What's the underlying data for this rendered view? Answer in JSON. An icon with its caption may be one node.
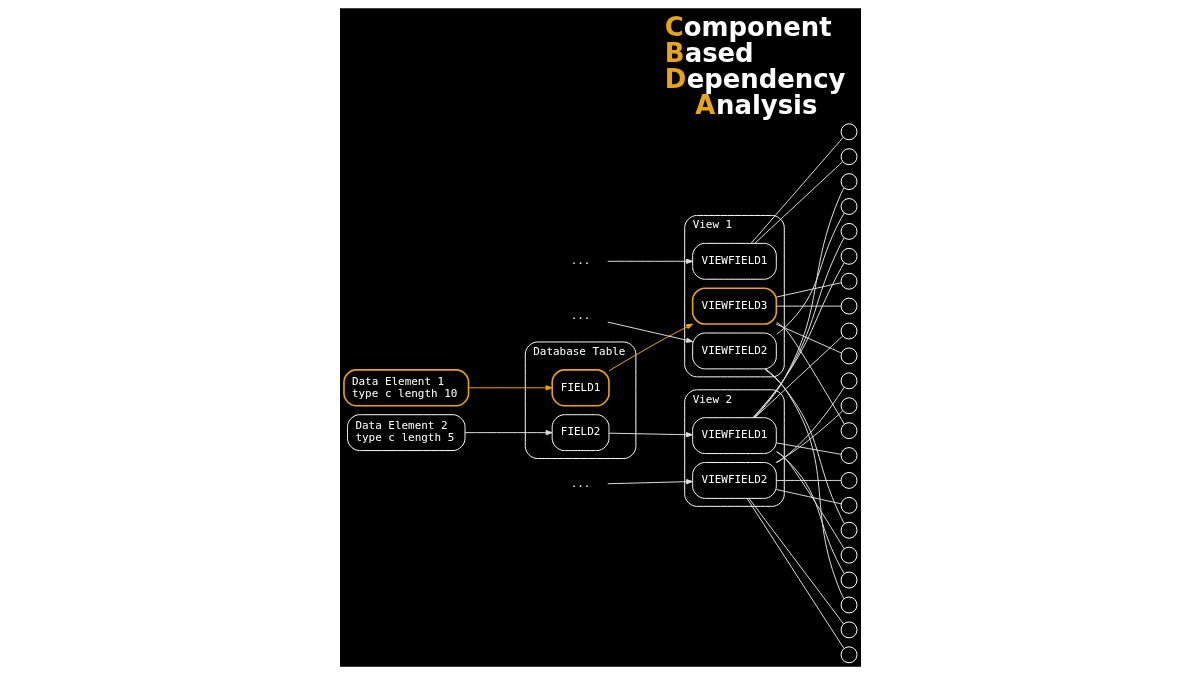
{
  "diagram": {
    "title": "Component Based Dependency Analysis",
    "nodes": [
      {
        "text": [
          "Data Element 1",
          "type c length 10"
        ]
      },
      {
        "text": [
          "Data Element 2",
          "type c length 5"
        ]
      },
      {
        "text": [
          "Database Table"
        ]
      },
      {
        "text": [
          "FIELD1"
        ],
        "in": 2
      },
      {
        "text": [
          "FIELD2"
        ],
        "in": 2
      },
      {
        "text": [
          "..."
        ]
      },
      {
        "text": [
          "..."
        ]
      },
      {
        "text": [
          "View 1"
        ]
      },
      {
        "text": [
          "VIEWFIELD1"
        ],
        "in": 7
      },
      {
        "text": [
          "VIEWFIELD2"
        ],
        "in": 7
      },
      {
        "text": [
          "VIEWFIELD3"
        ],
        "in": 7
      },
      {
        "text": [
          "..."
        ]
      },
      {
        "text": [
          "View 2"
        ]
      },
      {
        "text": [
          "VIEWFIELD1"
        ],
        "in": 12
      },
      {
        "text": [
          "VIEWFIELD2"
        ],
        "in": 12
      },
      {
        "text": [],
        "shape": "circle"
      },
      {
        "text": [],
        "shape": "circle"
      },
      {
        "text": [],
        "shape": "circle"
      },
      {
        "text": [],
        "shape": "circle"
      },
      {
        "text": [],
        "shape": "circle"
      },
      {
        "text": [],
        "shape": "circle"
      },
      {
        "text": [],
        "shape": "circle"
      },
      {
        "text": [],
        "shape": "circle"
      },
      {
        "text": [],
        "shape": "circle"
      },
      {
        "text": [],
        "shape": "circle"
      },
      {
        "text": [],
        "shape": "circle"
      },
      {
        "text": [],
        "shape": "circle"
      },
      {
        "text": [],
        "shape": "circle"
      },
      {
        "text": [],
        "shape": "circle"
      },
      {
        "text": [],
        "shape": "circle"
      },
      {
        "text": [],
        "shape": "circle"
      },
      {
        "text": [],
        "shape": "circle"
      },
      {
        "text": [],
        "shape": "circle"
      },
      {
        "text": [],
        "shape": "circle"
      },
      {
        "text": [],
        "shape": "circle"
      },
      {
        "text": [],
        "shape": "circle"
      },
      {
        "text": [],
        "shape": "circle"
      }
    ],
    "edges": [
      {
        "from": 0,
        "to": 3,
        "arrow": "to",
        "color": "#e8a317"
      },
      {
        "from": 1,
        "to": 4,
        "arrow": "to"
      },
      {
        "from": 5,
        "to": 8,
        "arrow": "to"
      },
      {
        "from": 6,
        "to": 9,
        "arrow": "to"
      },
      {
        "from": 3,
        "to": 10,
        "arrow": "to",
        "color": "#e8a317"
      },
      {
        "from": 4,
        "to": 13,
        "arrow": "to"
      },
      {
        "from": 11,
        "to": 14,
        "arrow": "to"
      },
      {
        "from": 8,
        "to": 15,
        "arrow": "none"
      },
      {
        "from": 8,
        "to": 16,
        "arrow": "none"
      },
      {
        "from": 13,
        "to": 17,
        "arrow": "none"
      },
      {
        "from": 9,
        "to": 18,
        "arrow": "none"
      },
      {
        "from": 13,
        "to": 19,
        "arrow": "none"
      },
      {
        "from": 13,
        "to": 20,
        "arrow": "none"
      },
      {
        "from": 10,
        "to": 21,
        "arrow": "none"
      },
      {
        "from": 10,
        "to": 22,
        "arrow": "none"
      },
      {
        "from": 13,
        "to": 23,
        "arrow": "none"
      },
      {
        "from": 10,
        "to": 24,
        "arrow": "none"
      },
      {
        "from": 14,
        "to": 25,
        "arrow": "none"
      },
      {
        "from": 14,
        "to": 26,
        "arrow": "none"
      },
      {
        "from": 10,
        "to": 27,
        "arrow": "none"
      },
      {
        "from": 13,
        "to": 28,
        "arrow": "none"
      },
      {
        "from": 14,
        "to": 29,
        "arrow": "none"
      },
      {
        "from": 14,
        "to": 30,
        "arrow": "none"
      },
      {
        "from": 9,
        "to": 31,
        "arrow": "none"
      },
      {
        "from": 13,
        "to": 32,
        "arrow": "none"
      },
      {
        "from": 13,
        "to": 33,
        "arrow": "none"
      },
      {
        "from": 9,
        "to": 34,
        "arrow": "none"
      },
      {
        "from": 14,
        "to": 35,
        "arrow": "none"
      },
      {
        "from": 14,
        "to": 36,
        "arrow": "none"
      }
    ]
  }
}
